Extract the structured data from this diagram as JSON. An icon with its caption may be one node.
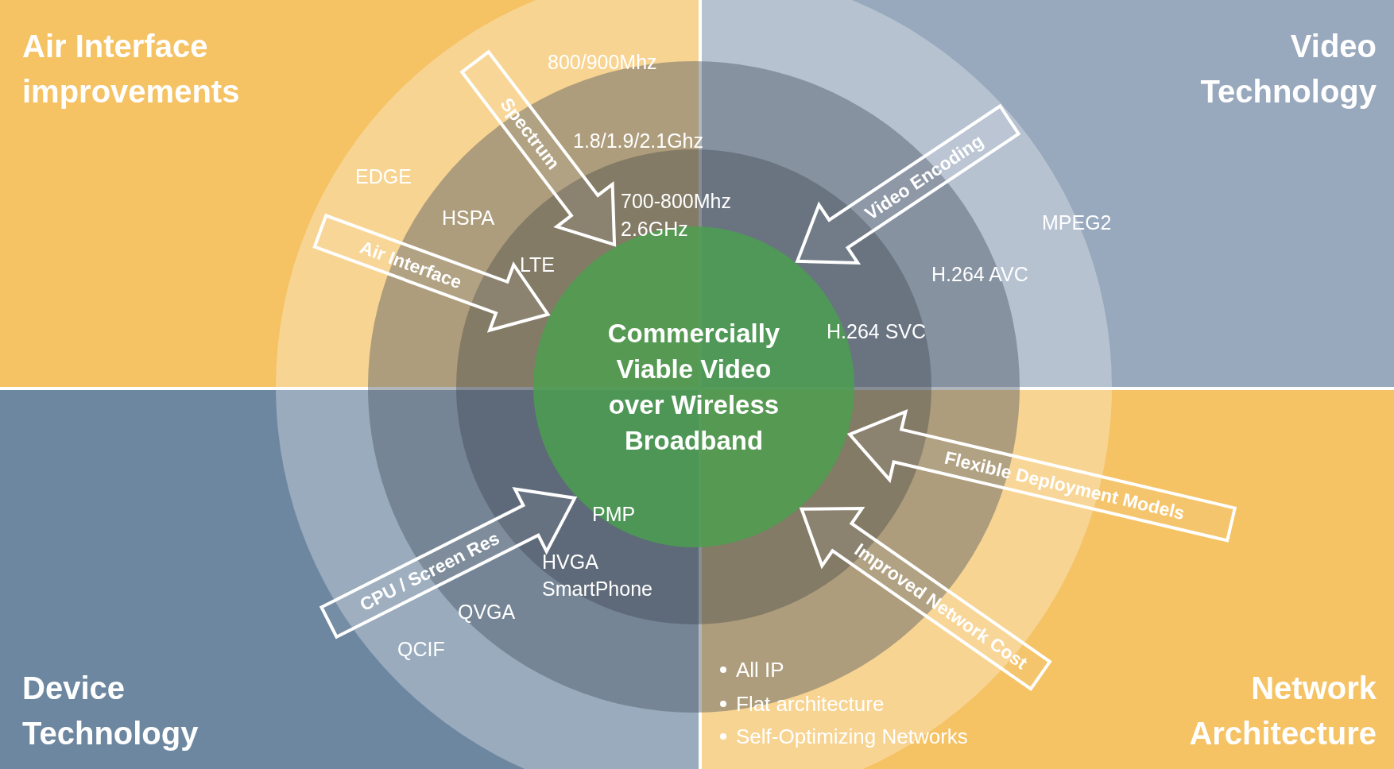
{
  "diagram": {
    "nodes": [
      {
        "text": [
          "Air Interface improvements"
        ]
      },
      {
        "text": [
          "Video Technology"
        ]
      },
      {
        "text": [
          "Device Technology"
        ]
      },
      {
        "text": [
          "Network Architecture"
        ]
      },
      {
        "text": [
          "Commercially Viable Video over Wireless Broadband"
        ]
      }
    ],
    "edges": [
      {
        "from": null,
        "to": 4,
        "arrow": "to",
        "label": "Spectrum"
      },
      {
        "from": null,
        "to": 4,
        "arrow": "to",
        "label": "Air Interface"
      },
      {
        "from": null,
        "to": 4,
        "arrow": "to",
        "label": "Video Encoding"
      },
      {
        "from": null,
        "to": 4,
        "arrow": "to",
        "label": "CPU / Screen Res"
      },
      {
        "from": null,
        "to": 4,
        "arrow": "to",
        "label": "Flexible Deployment Models"
      },
      {
        "from": null,
        "to": 4,
        "arrow": "to",
        "label": "Improved Network Cost"
      }
    ],
    "labels": [
      "800/900Mhz",
      "1.8/1.9/2.1Ghz",
      "EDGE",
      "700-800Mhz",
      "2.6GHz",
      "HSPA",
      "MPEG2",
      "LTE",
      "H.264 AVC",
      "H.264 SVC",
      "PMP",
      "HVGA",
      "SmartPhone",
      "QVGA",
      "QCIF",
      "All IP",
      "Flat architecture",
      "Self-Optimizing Networks"
    ]
  }
}
